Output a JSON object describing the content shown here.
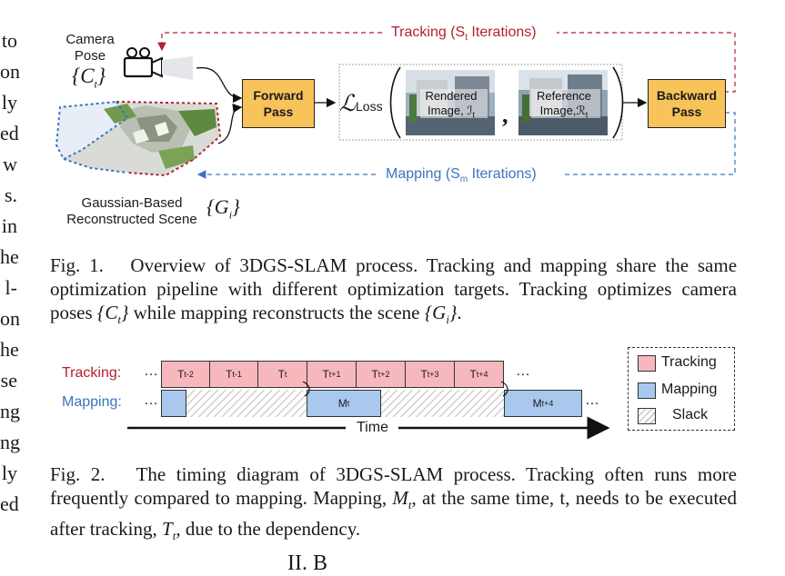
{
  "left_column_fragments": [
    "to",
    "on",
    "ly",
    "ed",
    "w",
    "s.",
    "in",
    "he",
    "l-",
    "on",
    "he",
    "se",
    "ng",
    "ng",
    "ly",
    "ed"
  ],
  "figure1": {
    "camera_pose_line1": "Camera",
    "camera_pose_line2": "Pose",
    "camera_pose_symbol": "{C",
    "camera_pose_sub": "t",
    "camera_pose_close": "}",
    "scene_line1": "Gaussian-Based",
    "scene_line2": "Reconstructed Scene",
    "scene_symbol": "{G",
    "scene_sub": "i",
    "scene_close": "}",
    "forward_pass_line1": "Forward",
    "forward_pass_line2": "Pass",
    "backward_pass_line1": "Backward",
    "backward_pass_line2": "Pass",
    "loss_symbol": "ℒ",
    "loss_sub": "Loss",
    "rendered_line1": "Rendered",
    "rendered_line2": "Image, ℐ",
    "rendered_sub": "t",
    "reference_line1": "Reference",
    "reference_line2": "Image,ℛ",
    "reference_sub": "t",
    "comma": ",",
    "tracking_label_a": "Tracking (S",
    "tracking_label_sub": "t",
    "tracking_label_b": " Iterations)",
    "mapping_label_a": "Mapping (S",
    "mapping_label_sub": "m",
    "mapping_label_b": " Iterations)",
    "tracking_color": "#b3202f",
    "mapping_color": "#3a74c0",
    "pass_color": "#f7c35a"
  },
  "caption1": "Fig. 1.   Overview of 3DGS-SLAM process. Tracking and mapping share the same optimization pipeline with different optimization targets. Tracking optimizes camera poses {C_t} while mapping reconstructs the scene {G_i}.",
  "caption1_parts": {
    "label": "Fig. 1.",
    "text_a": "Overview of 3DGS-SLAM process. Tracking and mapping share the same optimization pipeline with different optimization targets. Tracking optimizes camera poses ",
    "math_ct": "{C",
    "math_ct_sub": "t",
    "math_ct_close": "}",
    "text_b": " while mapping reconstructs the scene ",
    "math_gi": "{G",
    "math_gi_sub": "i",
    "math_gi_close": "}",
    "text_c": "."
  },
  "figure2": {
    "tracking_row_label": "Tracking:",
    "mapping_row_label": "Mapping:",
    "ellipsis": "…",
    "tracking_slots": [
      {
        "base": "T",
        "sub": "t-2"
      },
      {
        "base": "T",
        "sub": "t-1"
      },
      {
        "base": "T",
        "sub": "t"
      },
      {
        "base": "T",
        "sub": "t+1"
      },
      {
        "base": "T",
        "sub": "t+2"
      },
      {
        "base": "T",
        "sub": "t+3"
      },
      {
        "base": "T",
        "sub": "t+4"
      }
    ],
    "mapping_slots": [
      {
        "base": "M",
        "sub": "t"
      },
      {
        "base": "M",
        "sub": "t+4"
      }
    ],
    "time_label": "Time",
    "legend": [
      "Tracking",
      "Mapping",
      "Slack"
    ]
  },
  "caption2_parts": {
    "label": "Fig. 2.",
    "text_a": "The timing diagram of 3DGS-SLAM process. Tracking often runs more frequently compared to mapping. Mapping, ",
    "math_mt": "M",
    "math_mt_sub": "t",
    "text_b": ", at the same time, t, needs to be executed after tracking, ",
    "math_tt": "T",
    "math_tt_sub": "t",
    "text_c": ", due to the dependency."
  },
  "bottom_fragment": "II.  B"
}
